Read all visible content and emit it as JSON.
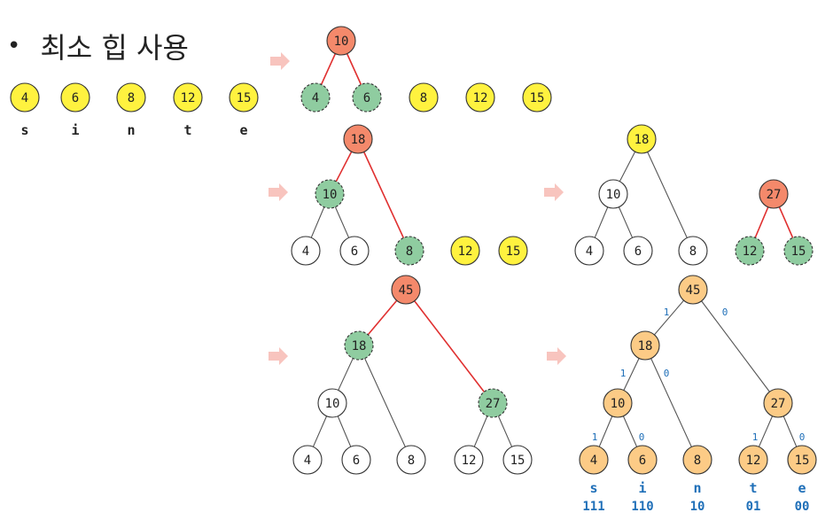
{
  "title": "최소 힙 사용",
  "colors": {
    "yellow": "#FFF23F",
    "orange": "#F4896B",
    "green": "#8FCCA0",
    "white": "#FFFFFF",
    "peach": "#FCCB86",
    "arrow": "#F8C4BE",
    "red_edge": "#E03030",
    "gray_edge": "#555555",
    "code_text": "#1F6FB8"
  },
  "initial": {
    "nodes": [
      "4",
      "6",
      "8",
      "12",
      "15"
    ],
    "chars": [
      "s",
      "i",
      "n",
      "t",
      "e"
    ]
  },
  "step1": {
    "parent": "10",
    "children": [
      "4",
      "6"
    ],
    "rest": [
      "8",
      "12",
      "15"
    ]
  },
  "step2": {
    "root": "18",
    "left": "10",
    "right": "8",
    "leaves": [
      "4",
      "6"
    ],
    "rest": [
      "12",
      "15"
    ]
  },
  "step3": {
    "tree1": {
      "root": "18",
      "left": "10",
      "right": "8",
      "leaves": [
        "4",
        "6"
      ]
    },
    "tree2": {
      "root": "27",
      "children": [
        "12",
        "15"
      ]
    }
  },
  "step4": {
    "root": "45",
    "left": "18",
    "right": "27",
    "mid": [
      "10",
      "8"
    ],
    "leaves": [
      "4",
      "6",
      "12",
      "15"
    ]
  },
  "final": {
    "root": "45",
    "n18": "18",
    "n27": "27",
    "n10": "10",
    "n8": "8",
    "leaves": [
      "4",
      "6",
      "12",
      "15"
    ],
    "bits": {
      "root_left": "1",
      "root_right": "0",
      "n18_left": "1",
      "n18_right": "0",
      "n10_left": "1",
      "n10_right": "0",
      "n27_left": "1",
      "n27_right": "0"
    },
    "chars": [
      "s",
      "i",
      "n",
      "t",
      "e"
    ],
    "codes": [
      "111",
      "110",
      "10",
      "01",
      "00"
    ]
  }
}
